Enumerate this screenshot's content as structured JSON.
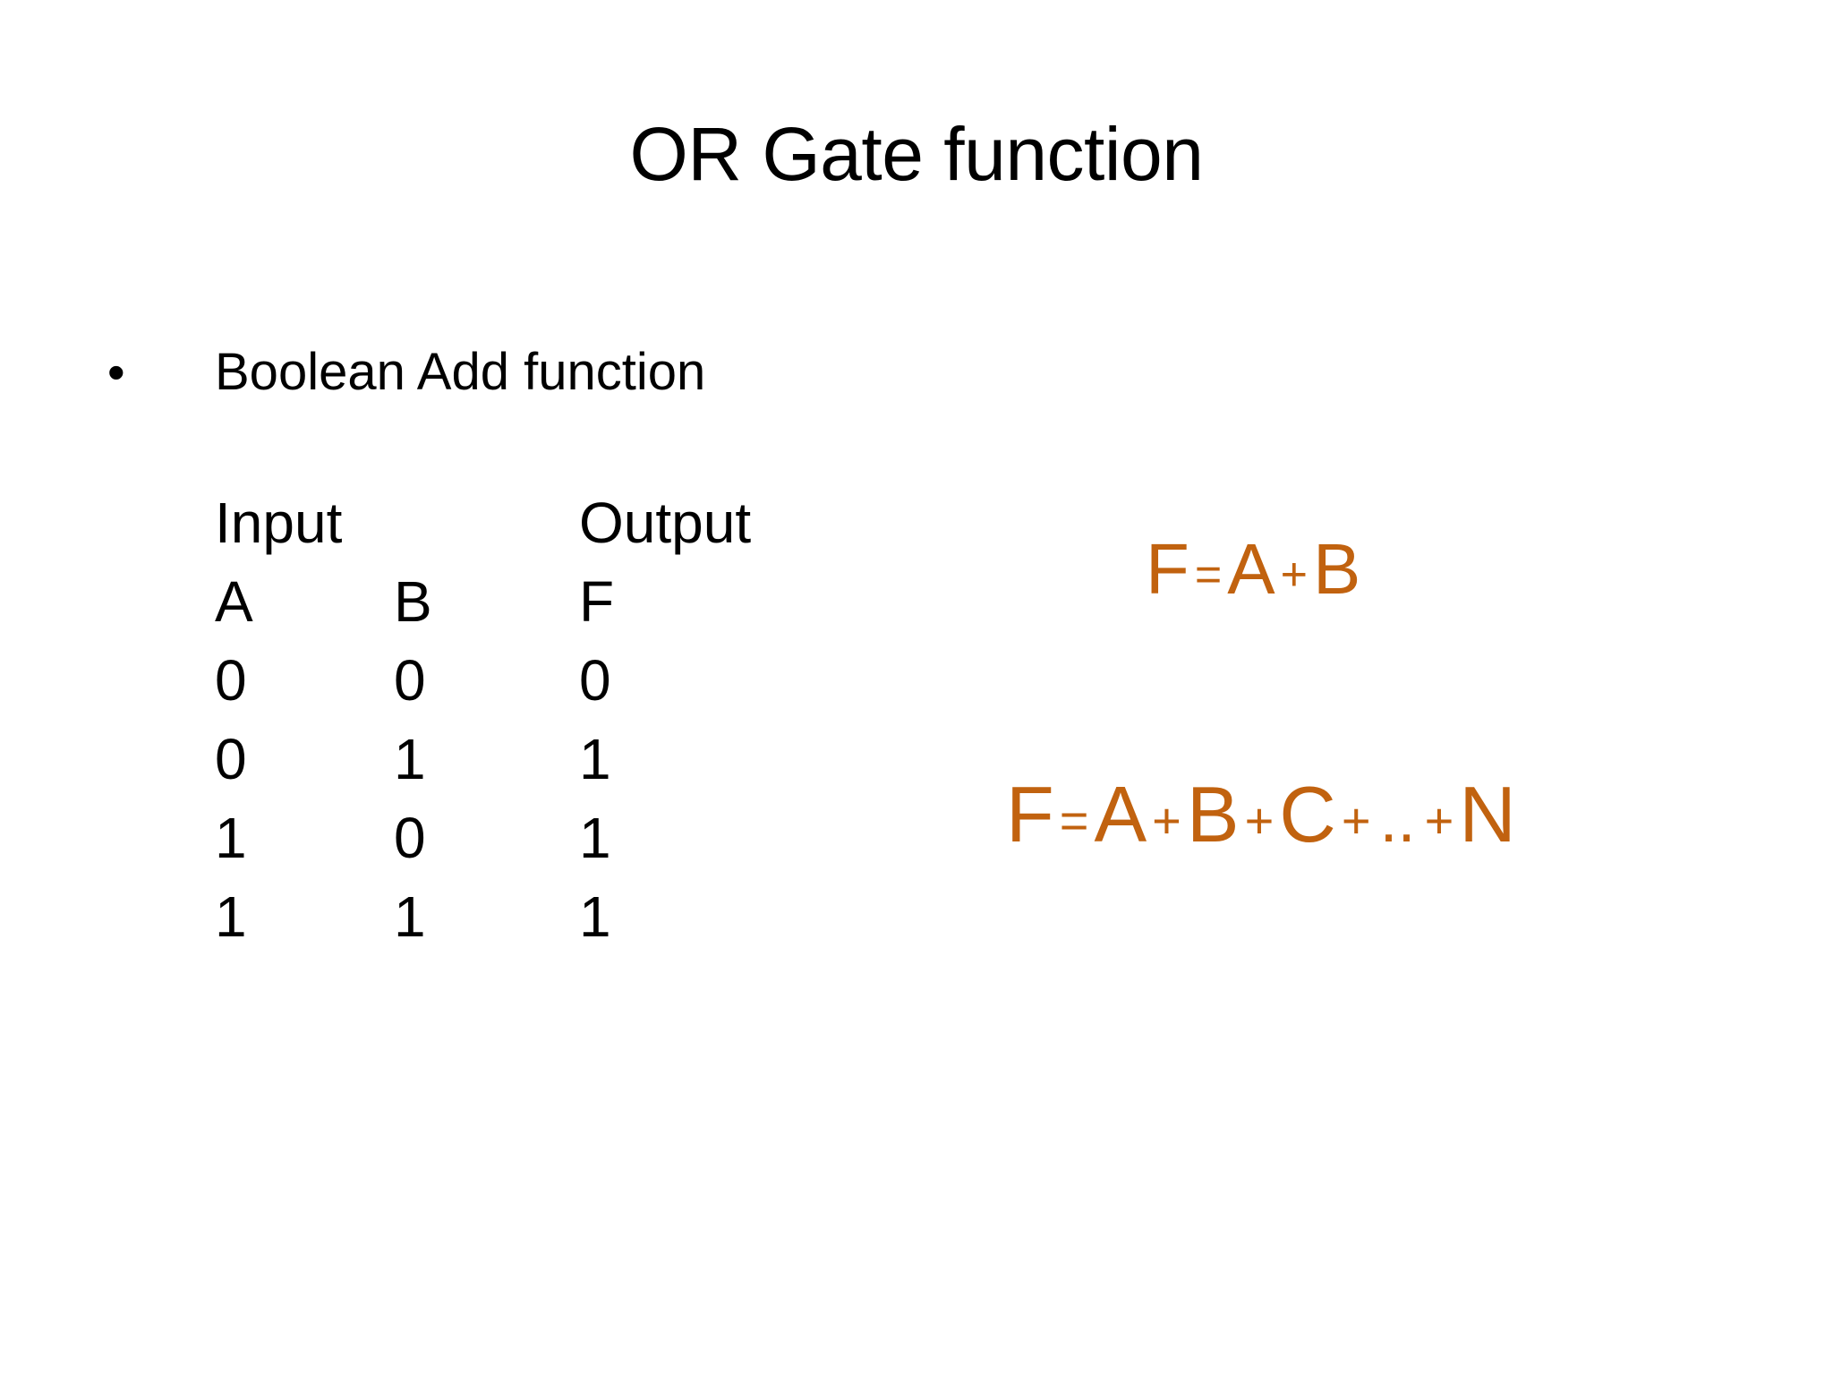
{
  "slide": {
    "title": "OR Gate function",
    "background_color": "#ffffff",
    "text_color": "#000000",
    "accent_color": "#C1620F"
  },
  "bullet": {
    "glyph": "•",
    "text": "Boolean Add function"
  },
  "truth_table": {
    "group_headers": [
      "Input",
      "Output"
    ],
    "columns": [
      "A",
      "B",
      "F"
    ],
    "rows": [
      [
        "0",
        "0",
        "0"
      ],
      [
        "0",
        "1",
        "1"
      ],
      [
        "1",
        "0",
        "1"
      ],
      [
        "1",
        "1",
        "1"
      ]
    ]
  },
  "formulas": [
    {
      "id": "formula-1",
      "tokens": [
        "F",
        "=",
        "A",
        "+",
        "B"
      ],
      "plain": "F = A + B",
      "color": "#C1620F"
    },
    {
      "id": "formula-2",
      "tokens": [
        "F",
        "=",
        "A",
        "+",
        "B",
        "+",
        "C",
        "+",
        "..",
        "+",
        "N"
      ],
      "plain": "F = A + B + C + .. + N",
      "color": "#C1620F"
    }
  ]
}
